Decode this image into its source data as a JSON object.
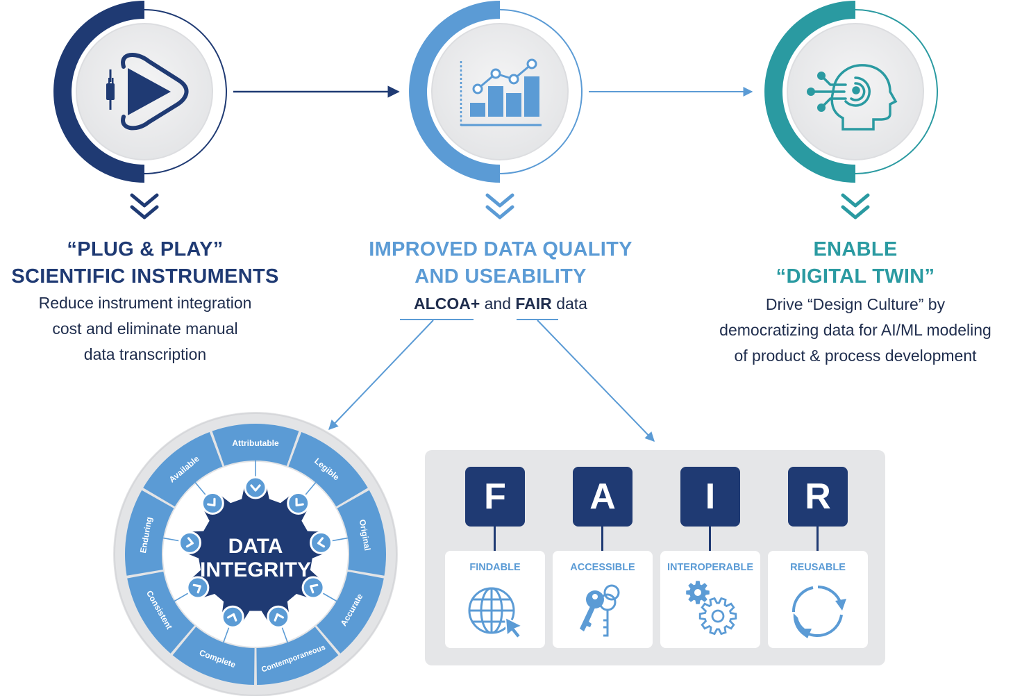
{
  "columns": [
    {
      "title_lines": [
        "“PLUG & PLAY”",
        "SCIENTIFIC INSTRUMENTS"
      ],
      "subtitle_lines": [
        "Reduce instrument integration",
        "cost and eliminate manual",
        "data transcription"
      ],
      "color": "#1f3a73",
      "icon": "plug-play-icon"
    },
    {
      "title_lines": [
        "IMPROVED DATA QUALITY",
        "AND USEABILITY"
      ],
      "subtitle_parts": {
        "alcoa": "ALCOA+",
        "and": "and",
        "fair": "FAIR",
        "data": "data"
      },
      "color": "#5b9bd5",
      "icon": "bar-chart-icon"
    },
    {
      "title_lines": [
        "ENABLE",
        "“DIGITAL TWIN”"
      ],
      "subtitle_lines": [
        "Drive “Design Culture” by",
        "democratizing data for AI/ML modeling",
        "of product & process development"
      ],
      "color": "#2a9aa1",
      "icon": "ai-head-icon"
    }
  ],
  "data_integrity": {
    "center_lines": [
      "DATA",
      "INTEGRITY"
    ],
    "segments": [
      "Attributable",
      "Legible",
      "Original",
      "Accurate",
      "Contemporaneous",
      "Complete",
      "Consistent",
      "Enduring",
      "Available"
    ]
  },
  "fair": {
    "letters": [
      "F",
      "A",
      "I",
      "R"
    ],
    "labels": [
      "FINDABLE",
      "ACCESSIBLE",
      "INTEROPERABLE",
      "REUSABLE"
    ],
    "icons": [
      "globe-cursor-icon",
      "keys-icon",
      "gears-icon",
      "cycle-arrows-icon"
    ]
  },
  "colors": {
    "navy": "#1f3a73",
    "blue": "#5b9bd5",
    "teal": "#2a9aa1",
    "panel": "#e5e6e8"
  }
}
